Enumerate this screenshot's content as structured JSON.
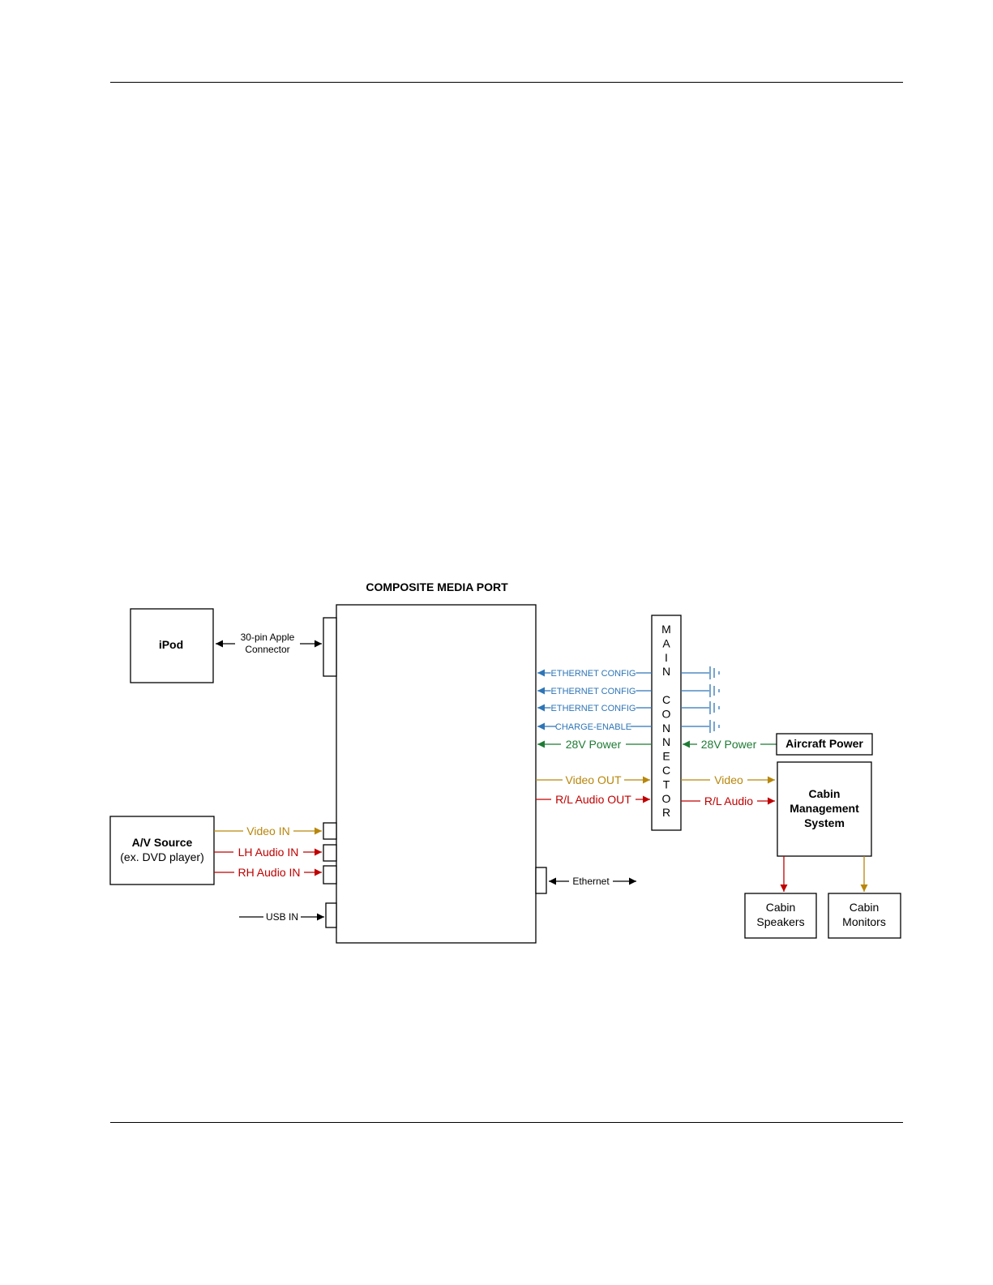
{
  "colors": {
    "video": "#b8860b",
    "audio": "#c00000",
    "network": "#2e75b6",
    "power": "#1e7b34",
    "black": "#000000"
  },
  "title": "COMPOSITE MEDIA PORT",
  "ipod": {
    "label": "iPod"
  },
  "ipod_link": {
    "line1": "30-pin Apple",
    "line2": "Connector"
  },
  "av_source": {
    "line1": "A/V Source",
    "line2": "(ex. DVD player)"
  },
  "inputs": {
    "video": "Video IN",
    "lh_audio": "LH Audio IN",
    "rh_audio": "RH Audio IN",
    "usb": "USB IN"
  },
  "ethernet": "Ethernet",
  "main_connector": [
    "M",
    "A",
    "I",
    "N",
    "",
    "C",
    "O",
    "N",
    "N",
    "E",
    "C",
    "T",
    "O",
    "R"
  ],
  "config_signals": [
    "ETHERNET CONFIG",
    "ETHERNET CONFIG",
    "ETHERNET CONFIG",
    "CHARGE-ENABLE"
  ],
  "power": {
    "left": "28V Power",
    "right": "28V Power"
  },
  "aircraft_power": "Aircraft Power",
  "outputs": {
    "video_out": "Video OUT",
    "audio_out": "R/L Audio OUT",
    "video": "Video",
    "audio": "R/L Audio"
  },
  "cms": {
    "line1": "Cabin",
    "line2": "Management",
    "line3": "System"
  },
  "speakers": {
    "line1": "Cabin",
    "line2": "Speakers"
  },
  "monitors": {
    "line1": "Cabin",
    "line2": "Monitors"
  }
}
